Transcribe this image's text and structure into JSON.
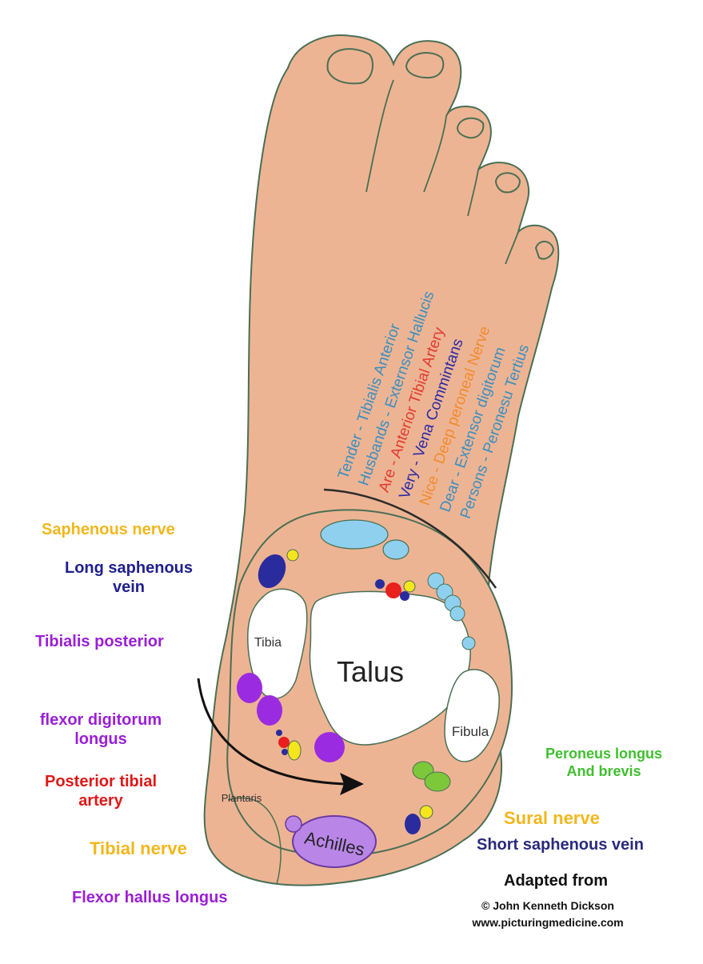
{
  "colors": {
    "skin": "#EDB493",
    "outline": "#4a6f55",
    "bone": "#ffffff",
    "tendon_blue": "#8ED0EE",
    "nerve_yellow": "#F5E51C",
    "artery_red": "#E8201E",
    "vein_navy": "#2A2C9E",
    "muscle_purple": "#9B2BE0",
    "achilles_purple": "#B986E8",
    "peroneus_green": "#7CC83A"
  },
  "mnemonic": [
    {
      "text": "Tender - Tibialis Anterior",
      "color": "#3A8FC2"
    },
    {
      "text": "Husbands - Externsor Hallucis",
      "color": "#3A8FC2"
    },
    {
      "text": "Are - Anterior Tibial Artery",
      "color": "#E23A2E"
    },
    {
      "text": "Very - Vena Commintans",
      "color": "#2A2AA8"
    },
    {
      "text": "Nice - Deep peroneal Nerve",
      "color": "#F28A2E"
    },
    {
      "text": "Dear - Extensor digitorum",
      "color": "#3A8FC2"
    },
    {
      "text": "Persons - Peronesu Tertius",
      "color": "#3A8FC2"
    }
  ],
  "bones": {
    "tibia": "Tibia",
    "talus": "Talus",
    "fibula": "Fibula",
    "achilles": "Achilles",
    "plantaris": "Plantaris"
  },
  "labels": {
    "saphenous_nerve": {
      "text": "Saphenous nerve",
      "color": "#F2B71C"
    },
    "long_saphenous_vein": {
      "line1": "Long saphenous",
      "line2": "vein",
      "color": "#20208E"
    },
    "tibialis_posterior": {
      "text": "Tibialis posterior",
      "color": "#9B1FD6"
    },
    "flexor_digitorum_longus": {
      "line1": "flexor digitorum",
      "line2": "longus",
      "color": "#9B1FD6"
    },
    "posterior_tibial_artery": {
      "line1": "Posterior tibial",
      "line2": "artery",
      "color": "#E01818"
    },
    "tibial_nerve": {
      "text": "Tibial nerve",
      "color": "#F2B71C"
    },
    "flexor_hallus_longus": {
      "text": "Flexor hallus longus",
      "color": "#9B1FD6"
    },
    "peroneus": {
      "line1": "Peroneus longus",
      "line2": "And brevis",
      "color": "#3FBF2E"
    },
    "sural_nerve": {
      "text": "Sural nerve",
      "color": "#F2B71C"
    },
    "short_saphenous_vein": {
      "text": "Short saphenous vein",
      "color": "#2A2A7E"
    }
  },
  "credit": {
    "line1": "Adapted from",
    "line2": "© John Kenneth Dickson",
    "line3": "www.picturingmedicine.com"
  }
}
